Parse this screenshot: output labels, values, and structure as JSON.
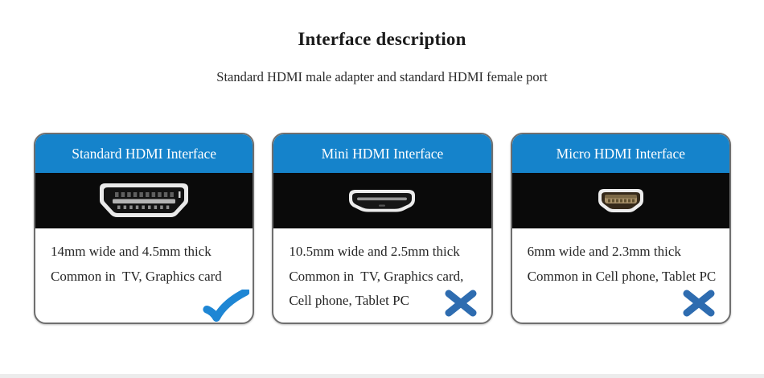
{
  "page": {
    "title": "Interface description",
    "subtitle": "Standard HDMI male adapter and standard HDMI female port"
  },
  "colors": {
    "header_blue": "#1583cb",
    "check_blue": "#1e86d4",
    "cross_blue": "#2e6cb0",
    "panel_black": "#0a0a0a",
    "card_border": "#6f6f6f",
    "bottom_strip": "#ececec"
  },
  "cards": [
    {
      "header": "Standard HDMI Interface",
      "connector_icon": "standard-hdmi-port-icon",
      "lines": {
        "0": "14mm wide and 4.5mm thick",
        "1": "Common in  TV, Graphics card"
      },
      "mark": "check"
    },
    {
      "header": "Mini HDMI Interface",
      "connector_icon": "mini-hdmi-port-icon",
      "lines": {
        "0": "10.5mm wide and 2.5mm thick",
        "1": "Common in  TV, Graphics card,",
        "2": "Cell phone, Tablet PC"
      },
      "mark": "cross"
    },
    {
      "header": "Micro HDMI Interface",
      "connector_icon": "micro-hdmi-port-icon",
      "lines": {
        "0": "6mm wide and 2.3mm thick",
        "1": "Common in Cell phone, Tablet PC"
      },
      "mark": "cross"
    }
  ]
}
